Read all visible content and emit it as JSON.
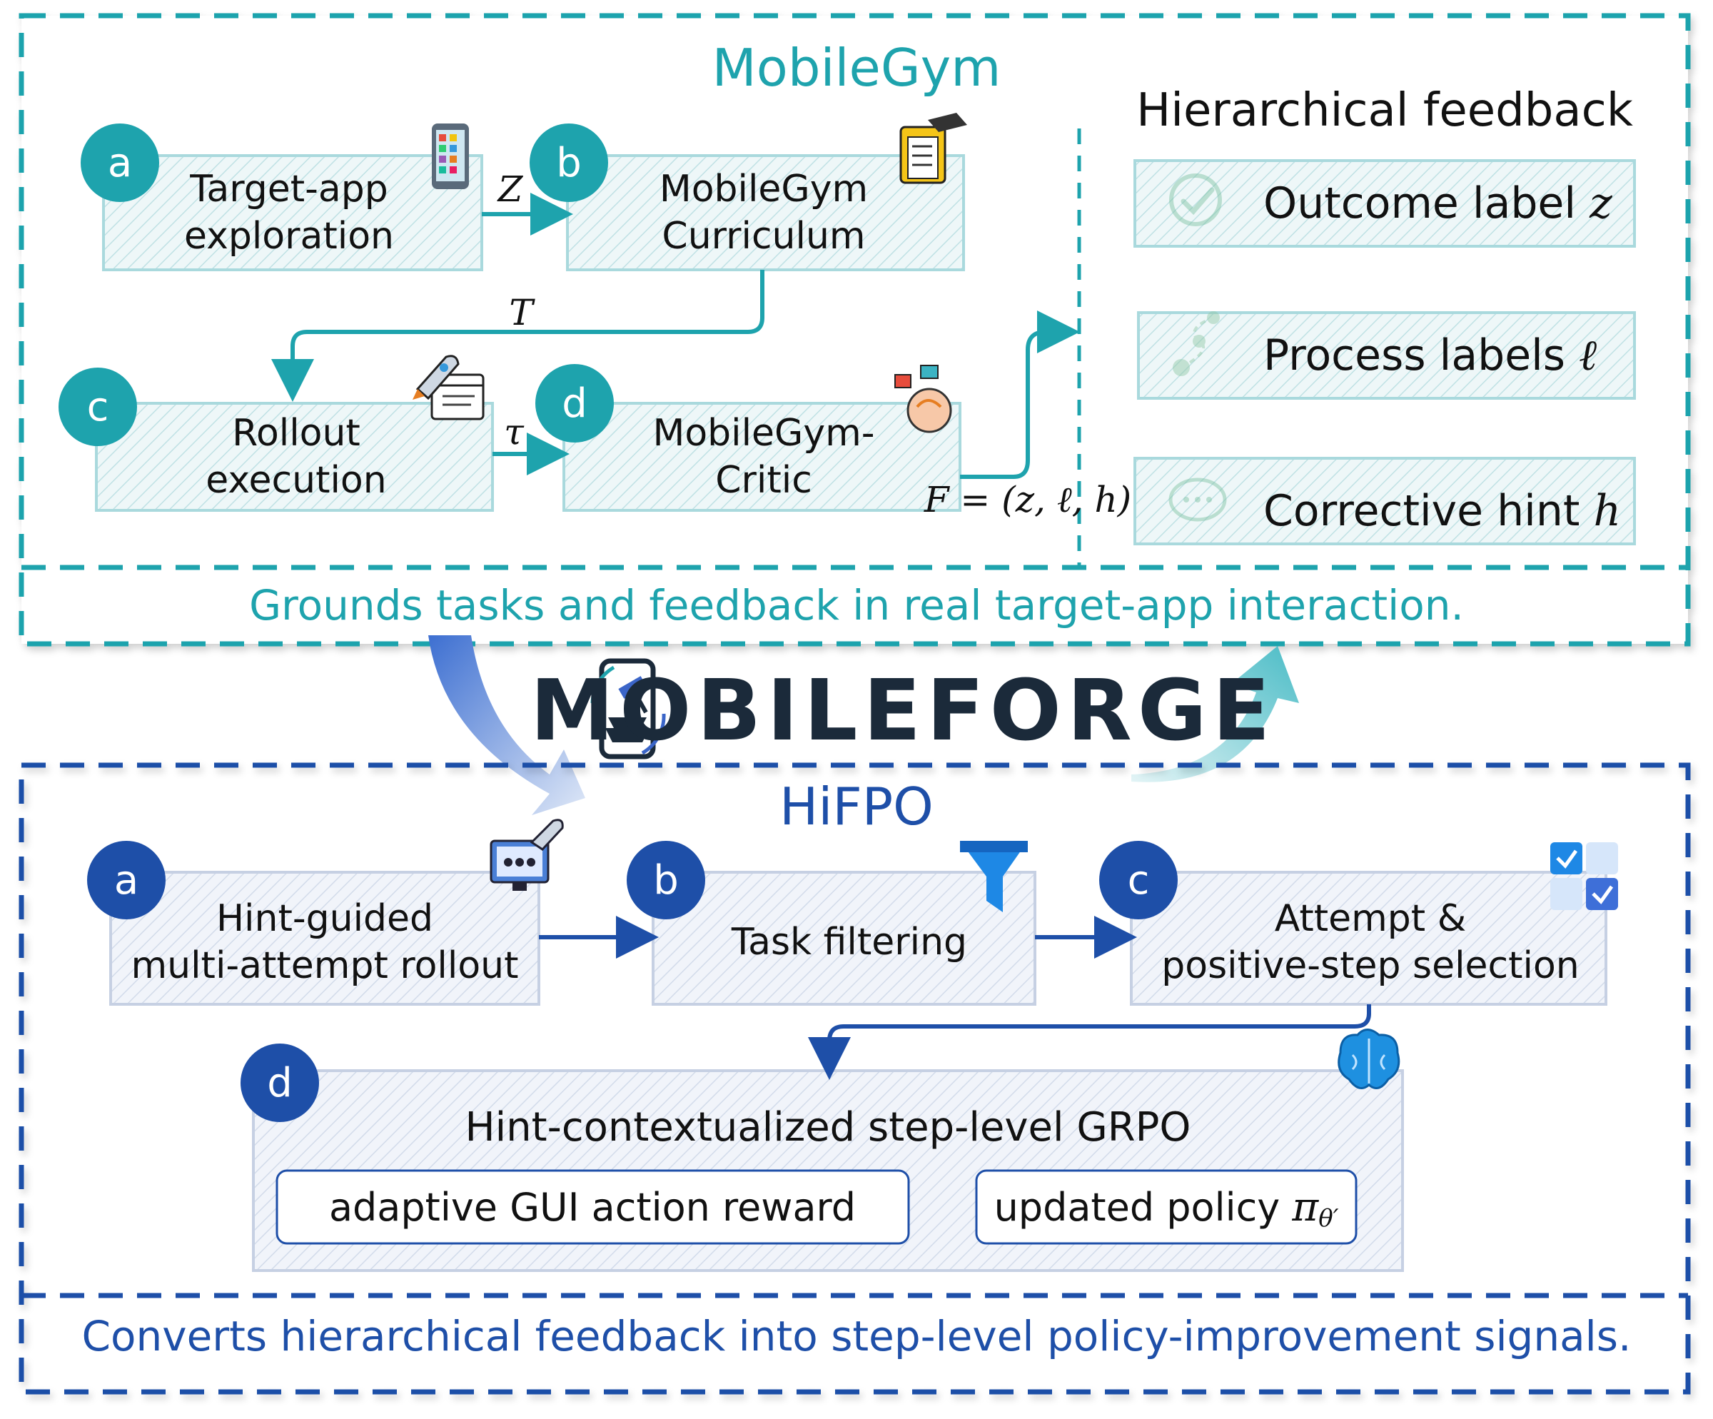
{
  "top_panel": {
    "title": "MobileGym",
    "caption": "Grounds tasks and feedback in real target-app interaction.",
    "nodes": [
      {
        "letter": "a",
        "label": "Target-app\nexploration"
      },
      {
        "letter": "b",
        "label": "MobileGym\nCurriculum"
      },
      {
        "letter": "c",
        "label": "Rollout\nexecution"
      },
      {
        "letter": "d",
        "label": "MobileGym-\nCritic"
      }
    ],
    "edge_labels": {
      "a_b": "Z",
      "b_c": "T",
      "c_d": "τ",
      "d_out": "F = (z, ℓ, h)"
    },
    "feedback": {
      "title": "Hierarchical feedback",
      "items": [
        {
          "label": "Outcome label",
          "symbol": "z",
          "icon": "check-circle-icon"
        },
        {
          "label": "Process labels",
          "symbol": "ℓ",
          "icon": "process-nodes-icon"
        },
        {
          "label": "Corrective hint",
          "symbol": "h",
          "icon": "chat-bubble-icon"
        }
      ]
    }
  },
  "logo": {
    "text": "MOBILEFORGE",
    "icon": "phone-anvil-icon"
  },
  "bottom_panel": {
    "title": "HiFPO",
    "caption": "Converts hierarchical feedback into step-level policy-improvement signals.",
    "nodes": [
      {
        "letter": "a",
        "label": "Hint-guided\nmulti-attempt rollout"
      },
      {
        "letter": "b",
        "label": "Task filtering"
      },
      {
        "letter": "c",
        "label": "Attempt &\npositive-step selection"
      },
      {
        "letter": "d",
        "label": "Hint-contextualized step-level GRPO"
      }
    ],
    "pills": [
      {
        "label": "adaptive GUI action reward"
      },
      {
        "label": "updated policy",
        "symbol": "π",
        "subscript": "θ′"
      }
    ]
  },
  "colors": {
    "teal": "#1ea3ad",
    "blue": "#1e4fa8",
    "dark": "#1b2a3a"
  }
}
